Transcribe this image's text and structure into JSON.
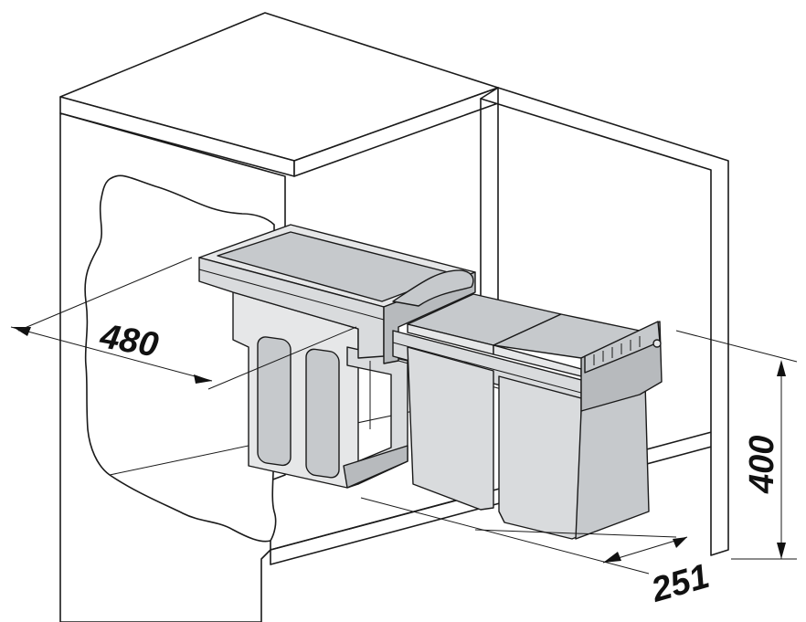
{
  "dimensions": {
    "depth": "480",
    "height": "400",
    "width": "251"
  }
}
